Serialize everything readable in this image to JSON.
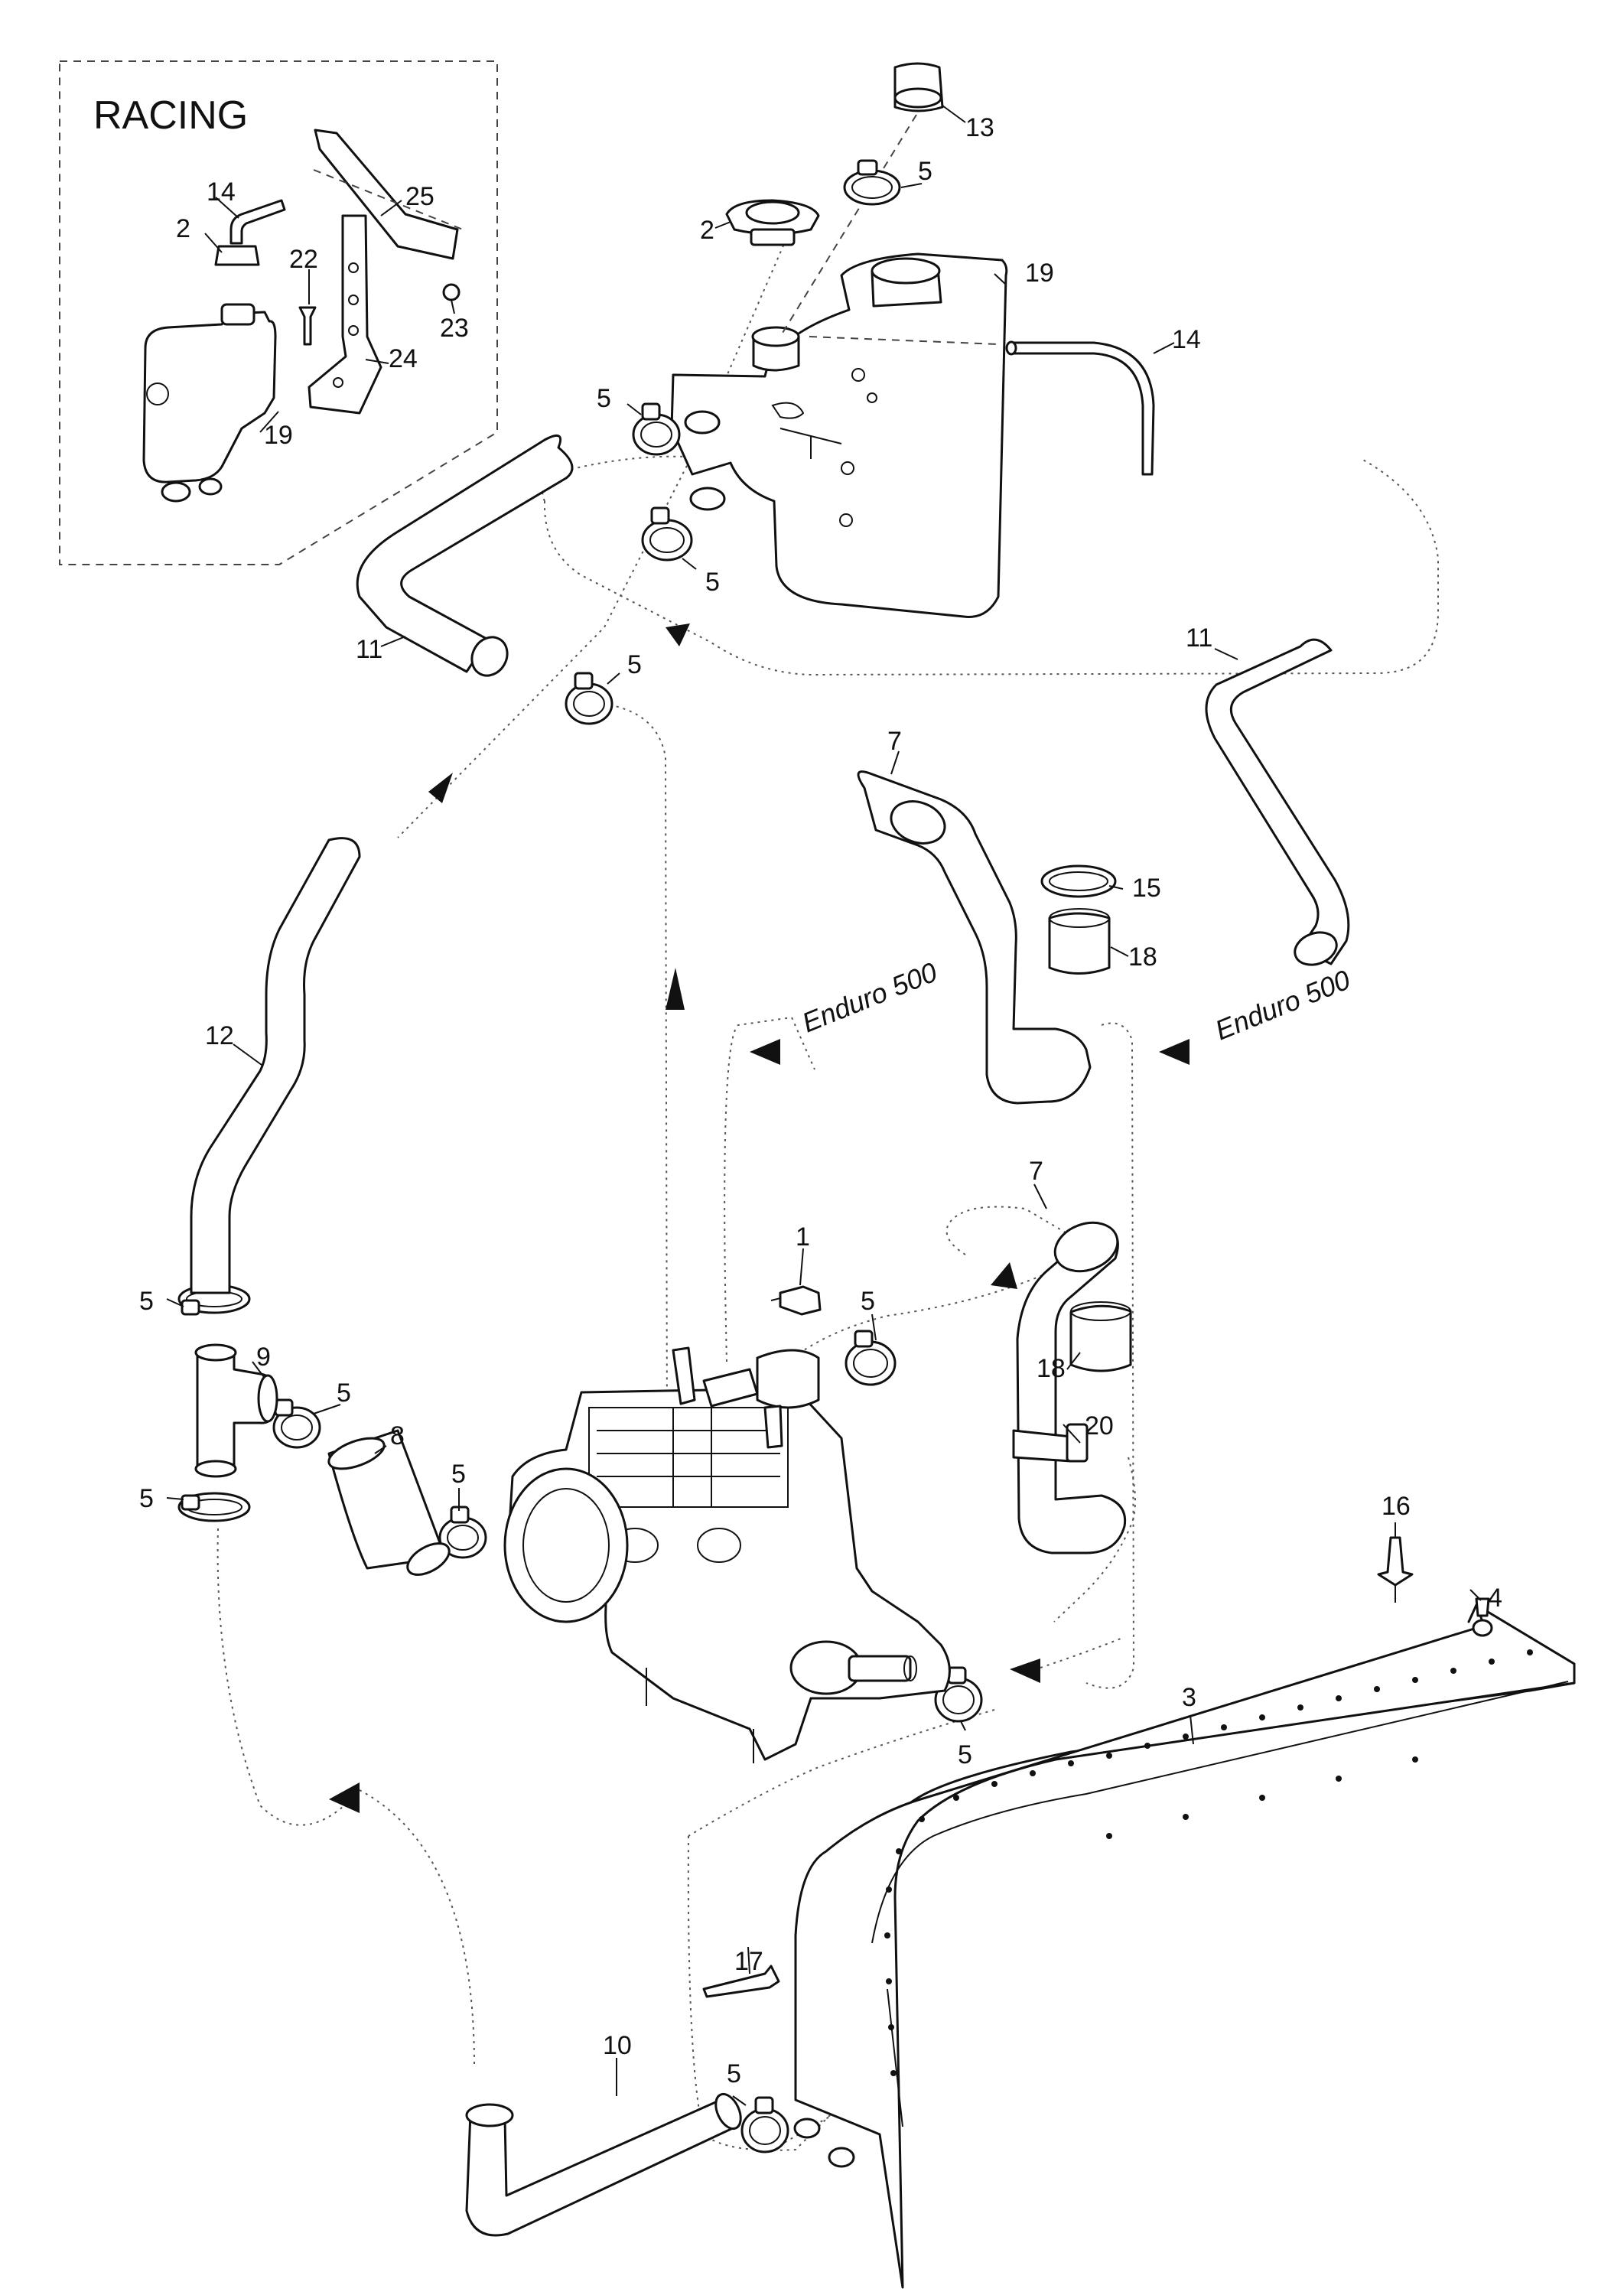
{
  "inset": {
    "title": "RACING"
  },
  "notes": {
    "enduro_a": "Enduro 500",
    "enduro_b": "Enduro 500"
  },
  "labels": {
    "racing_14": "14",
    "racing_2": "2",
    "racing_22": "22",
    "racing_25": "25",
    "racing_23": "23",
    "racing_24": "24",
    "racing_19": "19",
    "p13": "13",
    "p5_cap": "5",
    "p2": "2",
    "p19": "19",
    "p14": "14",
    "p5_tank_a": "5",
    "p5_tank_b": "5",
    "p11_left": "11",
    "p5_hose11": "5",
    "p11_right": "11",
    "p7_top": "7",
    "p15": "15",
    "p18_top": "18",
    "p12": "12",
    "p1": "1",
    "p5_engine": "5",
    "p7_mid": "7",
    "p18_mid": "18",
    "p20": "20",
    "p5_tee_top": "5",
    "p9": "9",
    "p5_tee_right": "5",
    "p8": "8",
    "p5_hose8": "5",
    "p5_tee_bottom": "5",
    "p16": "16",
    "p4": "4",
    "p5_lower": "5",
    "p3": "3",
    "p17": "17",
    "p5_bottom": "5",
    "p10": "10"
  }
}
